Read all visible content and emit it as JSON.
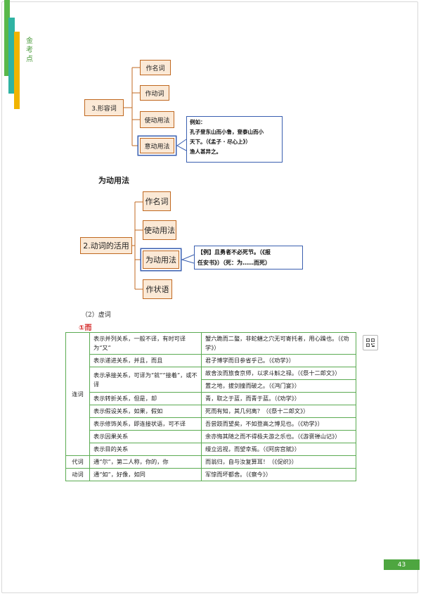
{
  "side_label": [
    "金",
    "考",
    "点"
  ],
  "tree1": {
    "root": "3.形容词",
    "branches": [
      "作名词",
      "作动词",
      "使动用法",
      "意动用法"
    ],
    "callout_title": "例如：",
    "callout_lines": [
      "孔子登东山而小鲁，登泰山而小",
      "天下。（《孟子 · 尽心上》）",
      "渔人甚异之。"
    ]
  },
  "section_heading": "为动用法",
  "tree2": {
    "root": "2.动词的活用",
    "branches": [
      "作名词",
      "使动用法",
      "为动用法",
      "作状语"
    ],
    "callout_lines": [
      "【例】且勇者不必死节。（《报",
      "任安书》）（死：为……而死）"
    ]
  },
  "subheading": "（2）虚词",
  "er_heading": "①而",
  "table": {
    "rows": [
      {
        "cat": "连词",
        "meaning": "表示并列关系，一般不译，有时可译为“又”",
        "examples": [
          "蟹六跪而二螯，非蛇鳝之穴无可寄托者，用心躁也。（《劝学》）"
        ]
      },
      {
        "meaning": "表示递进关系，并且，而且",
        "examples": [
          "君子博学而日参省乎己。（《劝学》）"
        ]
      },
      {
        "meaning": "表示承接关系，可译为“就”“接着”，或不译",
        "examples": [
          "故舍汝而旅食京师，以求斗斛之禄。（《祭十二郎文》）",
          "置之地，拔剑撞而破之。（《鸿门宴》）"
        ]
      },
      {
        "meaning": "表示转折关系，但是，却",
        "examples": [
          "青，取之于蓝，而青于蓝。（《劝学》）"
        ]
      },
      {
        "meaning": "表示假设关系，如果，假如",
        "examples": [
          "死而有知，其几何离？（《祭十二郎文》）"
        ]
      },
      {
        "meaning": "表示修饰关系，即连接状语，可不译",
        "examples": [
          "吾尝跂而望矣，不如登高之博见也。（《劝学》）"
        ]
      },
      {
        "meaning": "表示因果关系",
        "examples": [
          "余亦悔其随之而不得极夫游之乐也。（《游褒禅山记》）"
        ]
      },
      {
        "meaning": "表示目的关系",
        "examples": [
          "缦立远视，而望幸焉。（《阿房宫赋》）"
        ]
      },
      {
        "cat": "代词",
        "meaning": "通“尔”，第二人称，你的，你",
        "examples": [
          "而翁归，自与汝复算耳！（《促织》）"
        ]
      },
      {
        "cat": "动词",
        "meaning": "通“如”，好像，如同",
        "examples": [
          "军惊而坏都舍。（《察今》）"
        ]
      }
    ]
  },
  "page_number": "43"
}
